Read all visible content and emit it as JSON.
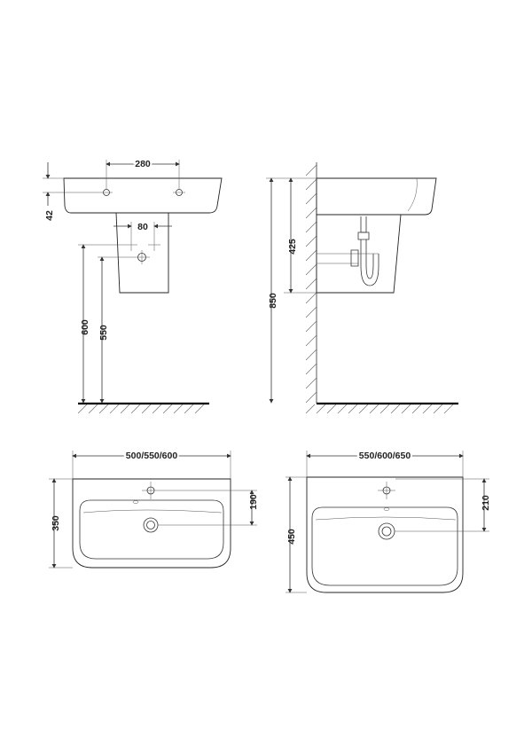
{
  "front_view": {
    "dim_tap_spacing": "280",
    "dim_rim_height": "42",
    "dim_pedestal_width": "80",
    "dim_height_600": "600",
    "dim_height_550": "550"
  },
  "side_view": {
    "dim_total_height": "850",
    "dim_basin_depth": "425"
  },
  "top_view_small": {
    "dim_width": "500/550/600",
    "dim_depth": "350",
    "dim_drain_offset": "190"
  },
  "top_view_large": {
    "dim_width": "550/600/650",
    "dim_depth": "450",
    "dim_drain_offset": "210"
  }
}
